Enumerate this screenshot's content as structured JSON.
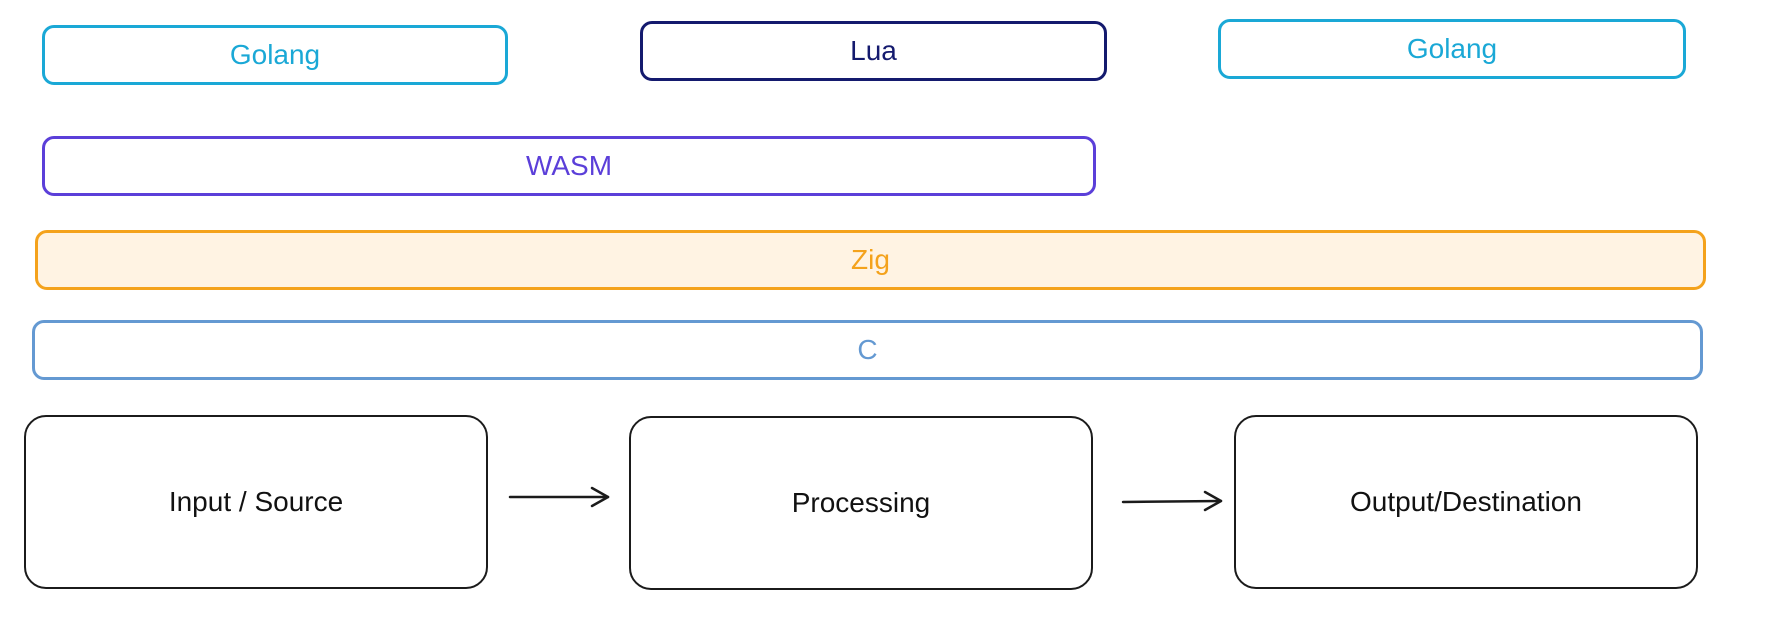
{
  "layers": {
    "golang_left": {
      "label": "Golang",
      "color": "#1aa8d6"
    },
    "lua": {
      "label": "Lua",
      "color": "#141a6e"
    },
    "golang_right": {
      "label": "Golang",
      "color": "#1aa8d6"
    },
    "wasm": {
      "label": "WASM",
      "color": "#5b3fd9"
    },
    "zig": {
      "label": "Zig",
      "color": "#f4a21c",
      "fill": "#fff3e3"
    },
    "c": {
      "label": "C",
      "color": "#6499d2"
    }
  },
  "pipeline": {
    "input": {
      "label": "Input / Source"
    },
    "processing": {
      "label": "Processing"
    },
    "output": {
      "label": "Output/Destination"
    }
  }
}
